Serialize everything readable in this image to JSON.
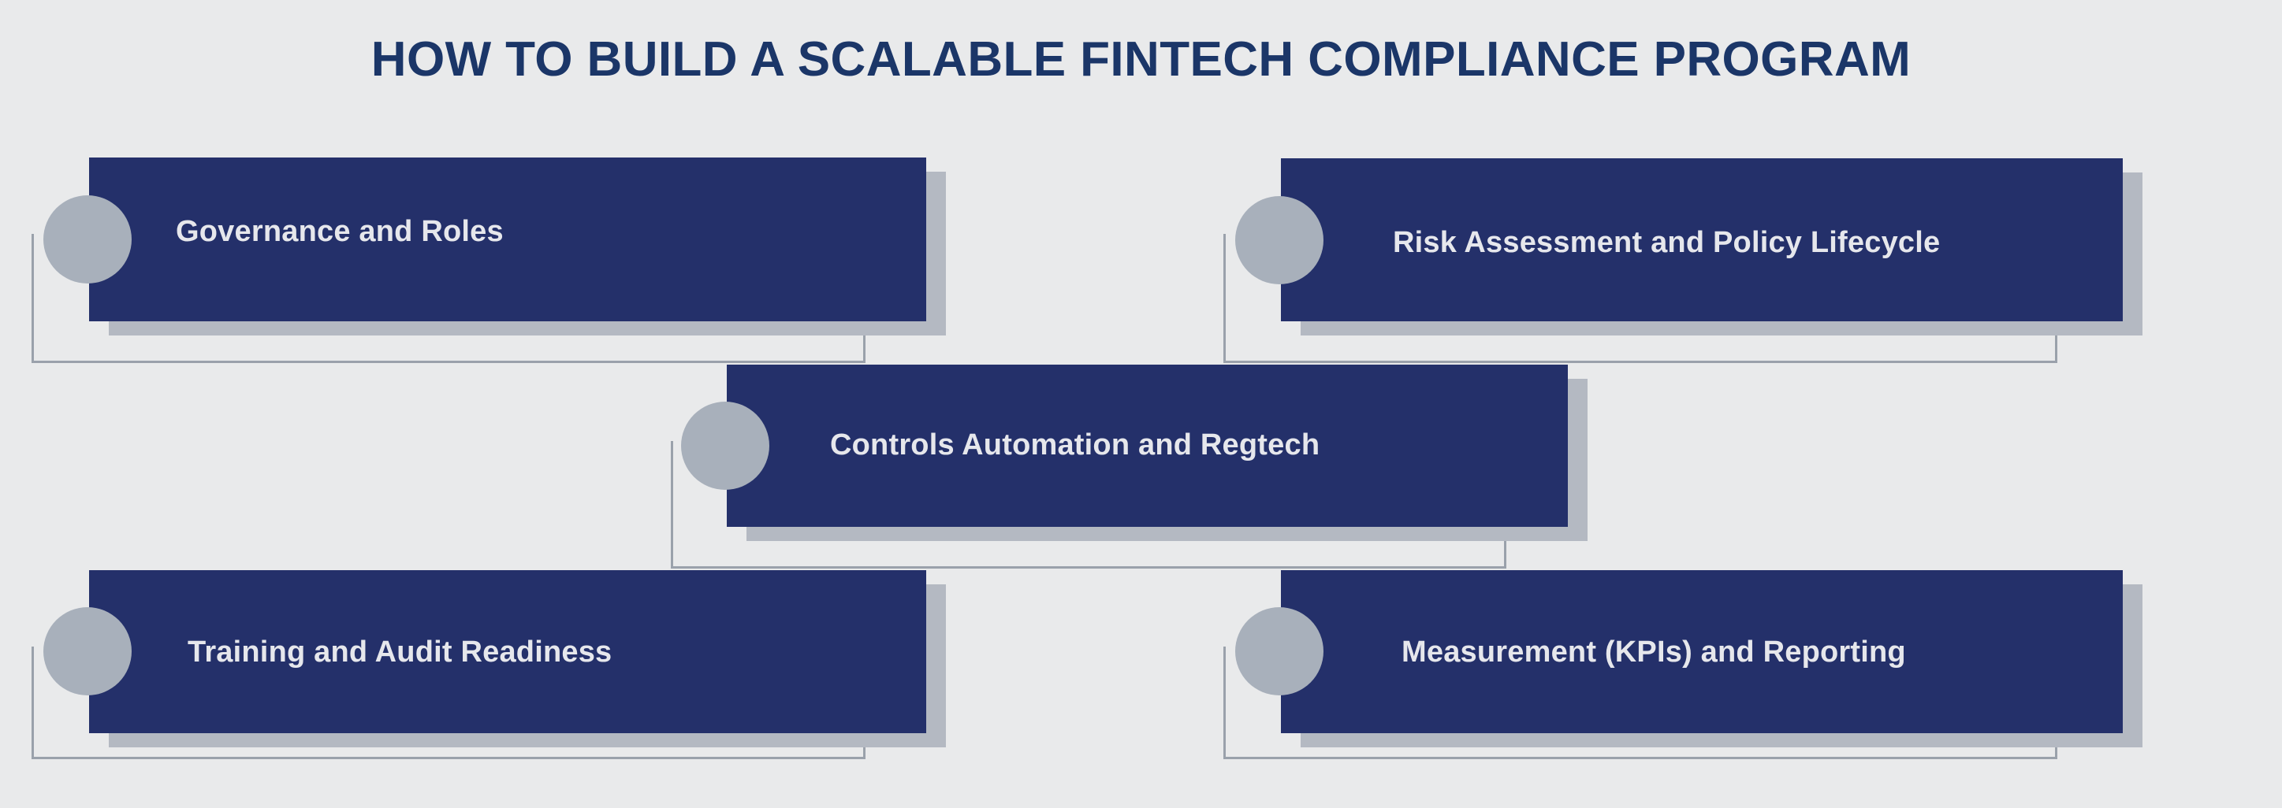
{
  "title": "HOW TO BUILD A SCALABLE FINTECH COMPLIANCE PROGRAM",
  "colors": {
    "background": "#e9eaeb",
    "title_navy": "#1b3668",
    "panel_navy": "#24306a",
    "panel_shadow": "#b4b9c2",
    "bullet_circle": "#a8b0bb",
    "connector_line": "#9aa1ab",
    "label_text": "#e6e7ec"
  },
  "nodes": [
    {
      "id": "governance",
      "label": "Governance and Roles"
    },
    {
      "id": "risk",
      "label": "Risk Assessment and Policy Lifecycle"
    },
    {
      "id": "controls",
      "label": "Controls Automation and Regtech"
    },
    {
      "id": "training",
      "label": "Training and Audit Readiness"
    },
    {
      "id": "measurement",
      "label": "Measurement (KPIs) and Reporting"
    }
  ]
}
